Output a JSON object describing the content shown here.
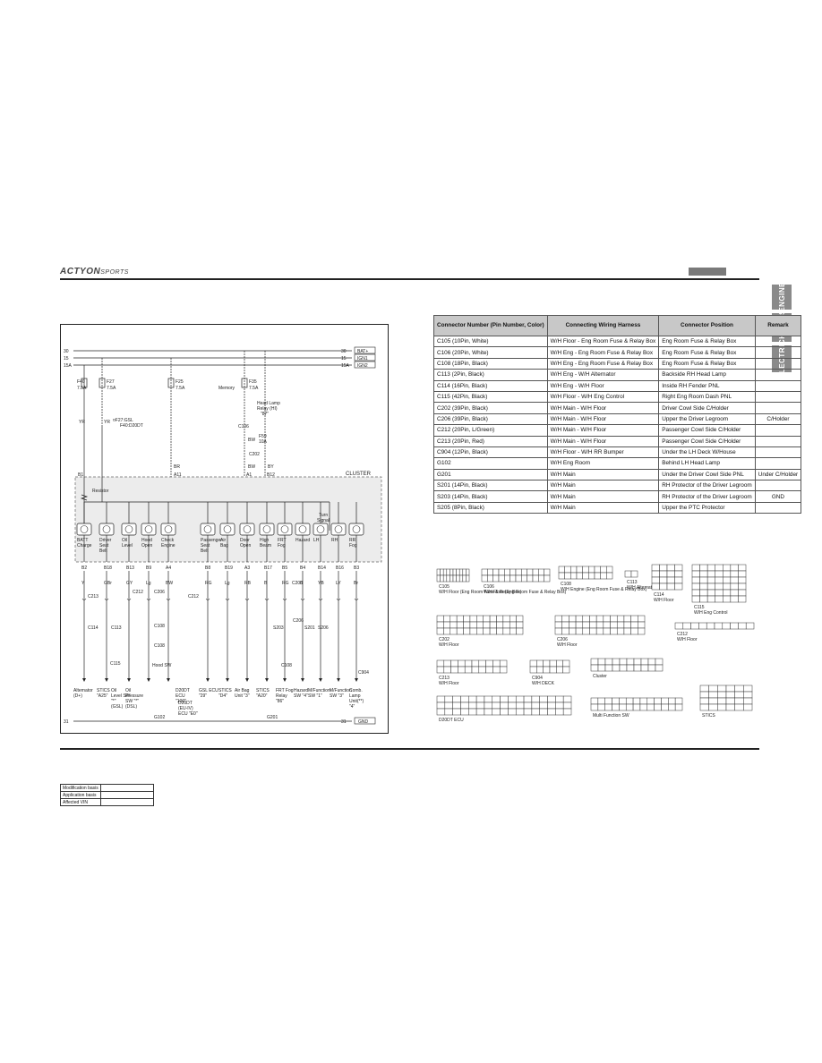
{
  "header": {
    "logo_main": "ACTYON",
    "logo_sub": "SPORTS"
  },
  "side_tabs": [
    "ENGINE",
    "CHASSIS",
    "ELECTRIC"
  ],
  "diagram": {
    "title": "CLUSTER",
    "power_lines": [
      {
        "left": "30",
        "right": "30",
        "tag": "BAT+"
      },
      {
        "left": "15",
        "right": "15",
        "tag": "IGN1"
      },
      {
        "left": "15A",
        "right": "15A",
        "tag": "IGN2"
      }
    ],
    "fuses": [
      {
        "name": "F40",
        "rating": "7.5A"
      },
      {
        "name": "F27",
        "rating": "7.5A"
      },
      {
        "name": "F25",
        "rating": "7.5A"
      },
      {
        "name": "F35",
        "rating": "7.5A"
      }
    ],
    "memory_label": "Memory",
    "fuse_note": [
      "¤F27:GSL",
      "F40:D20DT"
    ],
    "relay_label": [
      "Head Lamp",
      "Relay (HI)",
      "\"87\""
    ],
    "resistor_label": "Resistor",
    "turn_signal_label": [
      "Turn",
      "Signal"
    ],
    "f59": [
      "F59",
      "10A"
    ],
    "wire_codes_top": [
      "YR",
      "YR",
      "BR",
      "BW",
      "BY",
      "BW"
    ],
    "pins_top": [
      "B1",
      "A11",
      "A1",
      "B12"
    ],
    "indicators": [
      "BATT Charge",
      "Driver Seat Belt",
      "Oil Level",
      "Hood Open",
      "Check Engine",
      "Passenger Seat Belt",
      "Air Bag",
      "Door Open",
      "High Beam",
      "FRT Fog",
      "Hazard",
      "LH",
      "RH",
      "RR Fog"
    ],
    "pins_bottom": [
      "B2",
      "B18",
      "B13",
      "B9",
      "A4",
      "B8",
      "B19",
      "A3",
      "B17",
      "B5",
      "B4",
      "B14",
      "B16",
      "B3"
    ],
    "wire_codes_bottom": [
      "Y",
      "GBr",
      "GY",
      "Lg",
      "BW",
      "RG",
      "Lg",
      "RB",
      "B",
      "RG",
      "B",
      "YB",
      "LY",
      "Br"
    ],
    "connectors": [
      "C213",
      "C114",
      "C115",
      "C212",
      "C206",
      "C108",
      "C108",
      "C212",
      "C206",
      "C108",
      "C206",
      "C904",
      "S203",
      "S201",
      "S206",
      "C113"
    ],
    "end_labels": [
      "Alternator (D+)",
      "STICS \"A25\"",
      "Oil Level SW \"*\" (GSL)",
      "Oil Pressure SW \"*\" (DSL)",
      "Hood SW",
      "D20DT ECU \"100\"",
      "D20DT (EU-IV) ECU \"E0\"",
      "GSL ECU \"29\"",
      "STICS \"D4\"",
      "Air Bag Unit \"3\"",
      "STICS \"A20\"",
      "FRT Fog Relay \"86\"",
      "Hazard SW \"4\"",
      "M/Function SW \"1\"",
      "M/Function SW \"3\"",
      "Comb. Lamp Unit(**) \"4\""
    ],
    "ground_line": {
      "left": "31",
      "right": "31",
      "tag": "GND",
      "g1": "G102",
      "g2": "G201"
    }
  },
  "table": {
    "headers": [
      "Connector Number (Pin Number, Color)",
      "Connecting Wiring Harness",
      "Connector Position",
      "Remark"
    ],
    "rows": [
      [
        "C105 (10Pin, White)",
        "W/H Floor - Eng Room Fuse & Relay Box",
        "Eng Room Fuse & Relay Box",
        ""
      ],
      [
        "C106 (20Pin, White)",
        "W/H Eng - Eng Room Fuse & Relay Box",
        "Eng Room Fuse & Relay Box",
        ""
      ],
      [
        "C108 (18Pin, Black)",
        "W/H Eng - Eng Room Fuse & Relay Box",
        "Eng Room Fuse & Relay Box",
        ""
      ],
      [
        "C113 (2Pin, Black)",
        "W/H Eng - W/H Alternator",
        "Backside RH Head Lamp",
        ""
      ],
      [
        "C114 (16Pin, Black)",
        "W/H Eng - W/H Floor",
        "Inside RH Fender PNL",
        ""
      ],
      [
        "C115 (42Pin, Black)",
        "W/H Floor - W/H Eng Control",
        "Right Eng Room Dash PNL",
        ""
      ],
      [
        "C202 (39Pin, Black)",
        "W/H Main - W/H Floor",
        "Driver Cowl Side C/Holder",
        ""
      ],
      [
        "C206 (39Pin, Black)",
        "W/H Main - W/H Floor",
        "Upper the Driver Legroom",
        "C/Holder"
      ],
      [
        "C212 (20Pin, L/Green)",
        "W/H Main - W/H Floor",
        "Passenger Cowl Side C/Holder",
        ""
      ],
      [
        "C213 (20Pin, Red)",
        "W/H Main - W/H Floor",
        "Passenger Cowl Side C/Holder",
        ""
      ],
      [
        "C904 (12Pin, Black)",
        "W/H Floor - W/H RR Bumper",
        "Under the LH Deck W/House",
        ""
      ],
      [
        "G102",
        "W/H Eng Room",
        "Behind LH Head Lamp",
        ""
      ],
      [
        "G201",
        "W/H Main",
        "Under the Driver Cowl Side PNL",
        "Under C/Holder"
      ],
      [
        "S201 (14Pin, Black)",
        "W/H Main",
        "RH Protector of the Driver Legroom",
        ""
      ],
      [
        "S203 (14Pin, Black)",
        "W/H Main",
        "RH Protector of the Driver Legroom",
        "GND"
      ],
      [
        "S205 (8Pin, Black)",
        "W/H Main",
        "Upper the PTC Protector",
        ""
      ]
    ]
  },
  "connector_views": [
    {
      "title": "C105",
      "sub": "W/H Floor (Eng Room Fuse & Relay Box)"
    },
    {
      "title": "C106",
      "sub": "W/H Floor (Eng Room Fuse & Relay Box)"
    },
    {
      "title": "C108",
      "sub": "W/H Engine (Eng Room Fuse & Relay Box)"
    },
    {
      "title": "C113",
      "sub": "W/H Alternator"
    },
    {
      "title": "C114",
      "sub": "W/H Floor"
    },
    {
      "title": "C115",
      "sub": "W/H Eng Control"
    },
    {
      "title": "C202",
      "sub": "W/H Floor"
    },
    {
      "title": "C206",
      "sub": "W/H Floor"
    },
    {
      "title": "C212",
      "sub": "W/H Floor"
    },
    {
      "title": "C213",
      "sub": "W/H Floor"
    },
    {
      "title": "C904",
      "sub": "W/H DECK"
    },
    {
      "title": "Cluster",
      "sub": ""
    },
    {
      "title": "D20DT ECU",
      "sub": ""
    },
    {
      "title": "Multi Function SW",
      "sub": ""
    },
    {
      "title": "A/Bag Unit",
      "sub": ""
    },
    {
      "title": "Hood SW",
      "sub": ""
    },
    {
      "title": "STICS",
      "sub": ""
    }
  ],
  "footer": {
    "rows": [
      "Modification basis",
      "Application basis",
      "Affected VIN"
    ]
  }
}
